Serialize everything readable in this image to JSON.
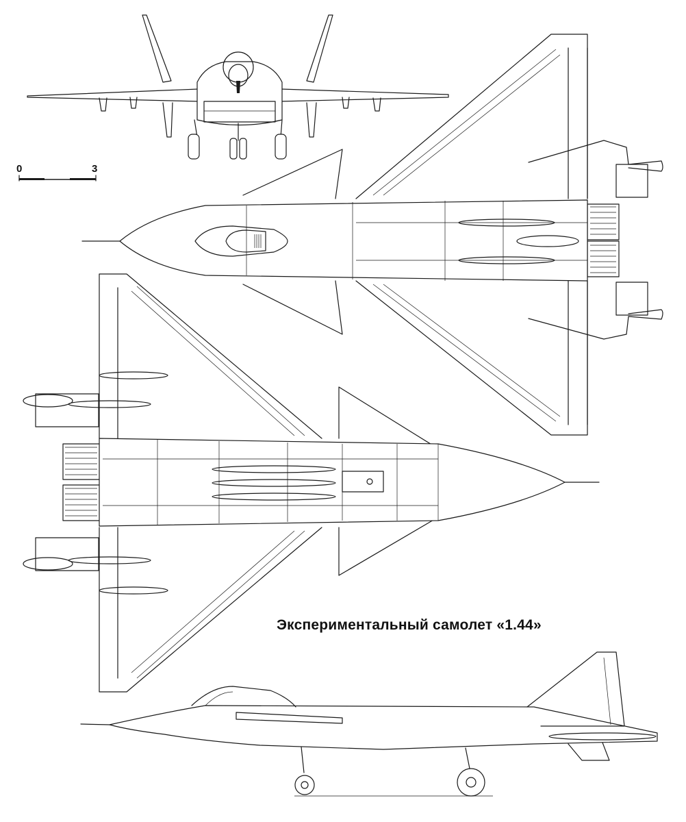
{
  "caption": "Экспериментальный самолет «1.44»",
  "scale_bar": {
    "start_label": "0",
    "end_label": "3"
  },
  "colors": {
    "line": "#1a1a1a",
    "paper": "#ffffff"
  },
  "views": [
    "front-view",
    "top-view",
    "bottom-view",
    "side-view"
  ]
}
